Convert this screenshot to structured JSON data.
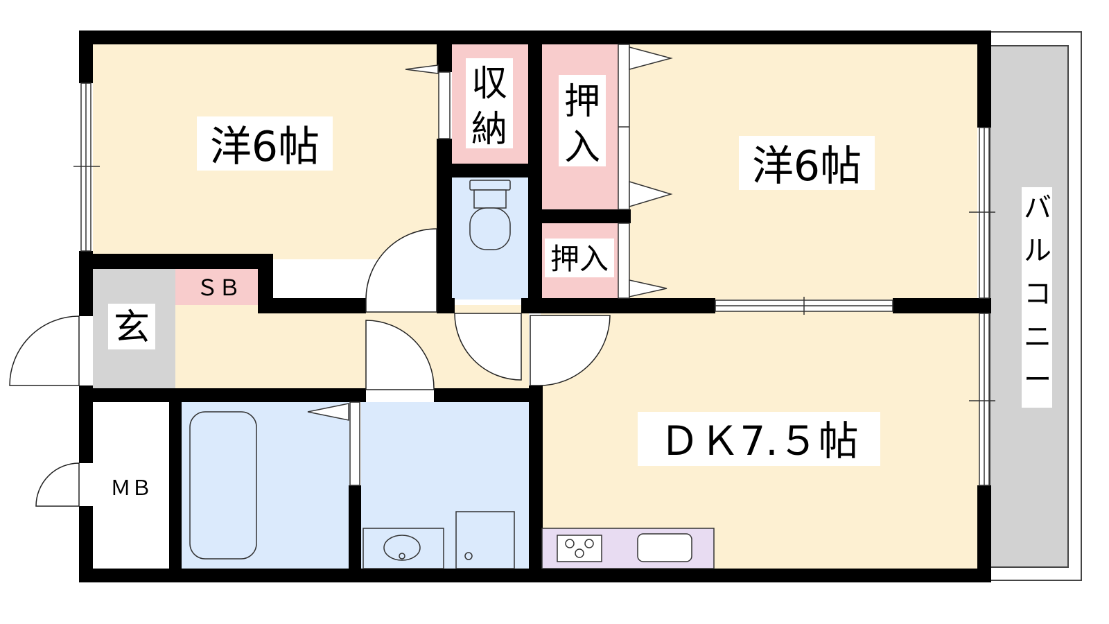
{
  "colors": {
    "room": "#fdf0d2",
    "wet": "#dbeafc",
    "storage": "#f8cccc",
    "entry": "#d4d4d4",
    "kitchen": "#e8dcf2",
    "balcony": "#d2d2d2",
    "wall": "#000000"
  },
  "rooms": {
    "western_left": "洋6帖",
    "western_right": "洋6帖",
    "dk": "ＤＫ7.５帖",
    "closet": [
      "収",
      "納"
    ],
    "oshiire_top": [
      "押",
      "入"
    ],
    "oshiire_small": "押入",
    "sb": "ＳＢ",
    "genkan": "玄",
    "mb": "ＭＢ",
    "balcony": [
      "バ",
      "ル",
      "コ",
      "ニ",
      "ー"
    ]
  },
  "fixtures": [
    "toilet-icon",
    "bathtub-icon",
    "washbasin-icon",
    "washing-machine-icon",
    "gas-stove-icon",
    "kitchen-sink-icon"
  ]
}
